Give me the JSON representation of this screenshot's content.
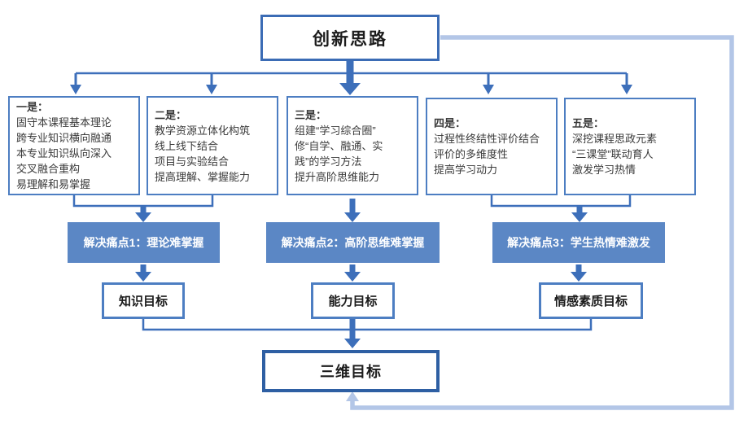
{
  "title": "创新思路",
  "strategies": [
    {
      "heading": "一是：",
      "lines": [
        "固守本课程基本理论",
        "跨专业知识横向融通",
        "本专业知识纵向深入",
        "交叉融合重构",
        "易理解和易掌握"
      ]
    },
    {
      "heading": "二是：",
      "lines": [
        "教学资源立体化构筑",
        "线上线下结合",
        "项目与实验结合",
        "提高理解、掌握能力"
      ]
    },
    {
      "heading": "三是：",
      "lines": [
        "组建“学习综合圈”",
        "修“自学、融通、实",
        "践”的学习方法",
        "提升高阶思维能力"
      ]
    },
    {
      "heading": "四是：",
      "lines": [
        "过程性终结性评价结合",
        "评价的多维度性",
        "提高学习动力"
      ]
    },
    {
      "heading": "五是：",
      "lines": [
        "深挖课程思政元素",
        "“三课堂”联动育人",
        "激发学习热情"
      ]
    }
  ],
  "pain_points": [
    "解决痛点1：理论难掌握",
    "解决痛点2：高阶思维难掌握",
    "解决痛点3：学生热情难激发"
  ],
  "goals": [
    "知识目标",
    "能力目标",
    "情感素质目标"
  ],
  "final_goal": "三维目标",
  "colors": {
    "box-border": "#4d7ec2",
    "bar-fill": "#5b87c5",
    "arrow": "#3d6fba",
    "title-border": "#3b6cb5",
    "final-border": "#2e5fa3",
    "feedback": "#b3c6e7",
    "text": "#3a3a3a"
  }
}
